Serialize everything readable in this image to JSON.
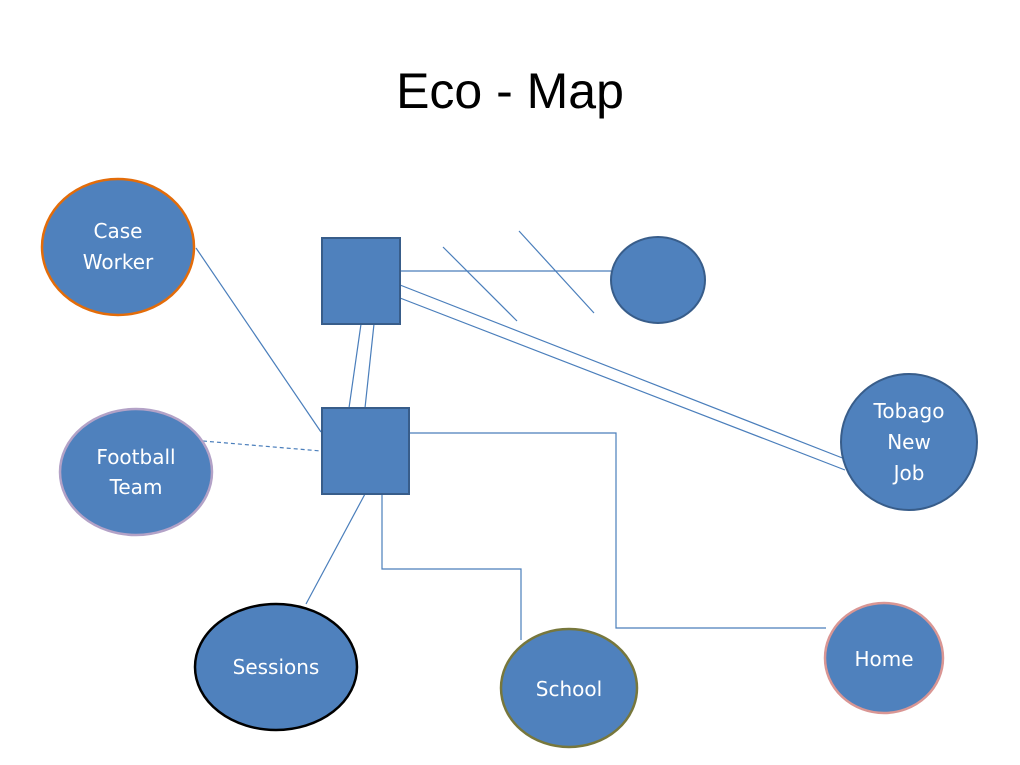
{
  "title": "Eco - Map",
  "colors": {
    "node_fill": "#4f81bd",
    "node_border": "#385d8a",
    "line": "#4a7ebb",
    "case_worker_border": "#e36c09",
    "football_team_border": "#b3a2c7",
    "sessions_border": "#000000",
    "school_border": "#77773c",
    "home_border": "#d99694"
  },
  "nodes": {
    "case_worker": {
      "lines": [
        "Case",
        "Worker"
      ]
    },
    "football_team": {
      "lines": [
        "Football",
        "Team"
      ]
    },
    "tobago_new_job": {
      "lines": [
        "Tobago",
        "New",
        "Job"
      ]
    },
    "sessions": {
      "lines": [
        "Sessions"
      ]
    },
    "school": {
      "lines": [
        "School"
      ]
    },
    "home": {
      "lines": [
        "Home"
      ]
    },
    "unlabeled_circle": {
      "lines": []
    },
    "top_square": {
      "lines": []
    },
    "center_square": {
      "lines": []
    }
  }
}
